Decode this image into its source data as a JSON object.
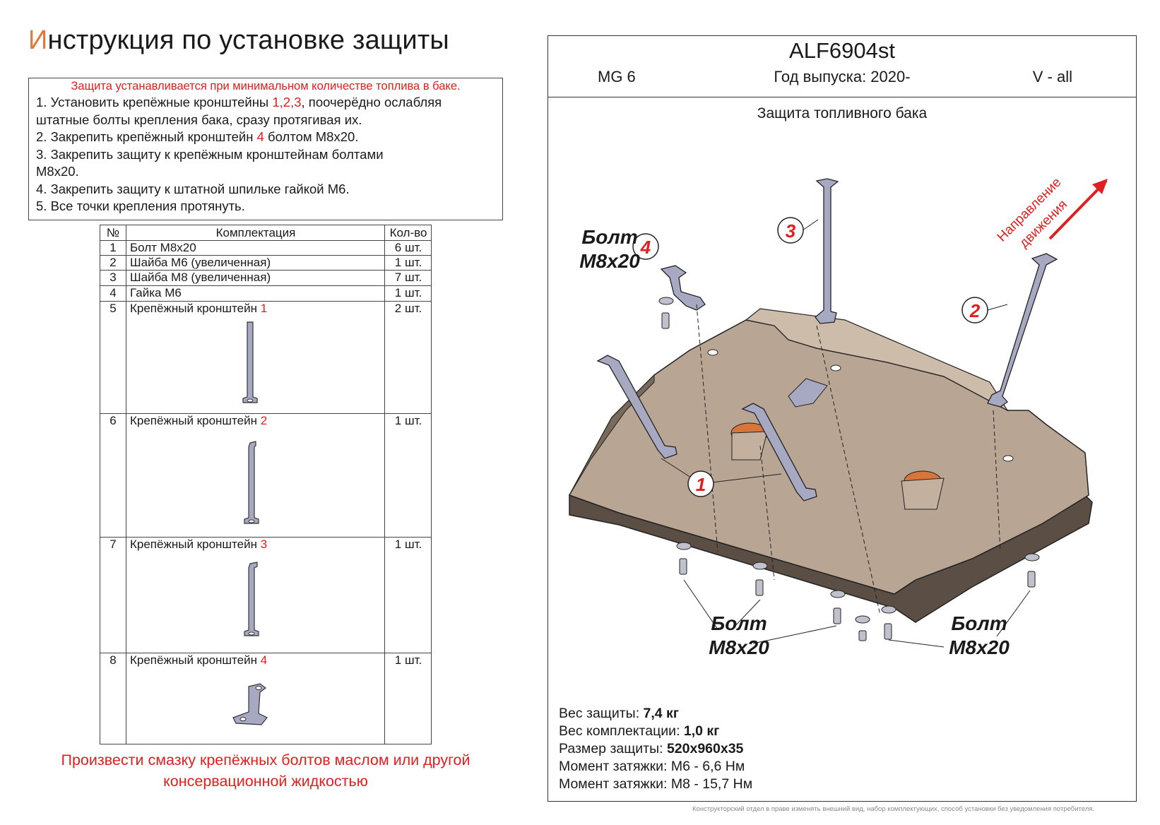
{
  "title": {
    "first_letter": "И",
    "rest": "нструкция по установке защиты"
  },
  "instructions": {
    "warning": "Защита устанавливается при минимальном количестве топлива в баке.",
    "steps": [
      {
        "pre": "1. Установить крепёжные кронштейны ",
        "red": "1,2,3",
        "post": ", поочерёдно ослабляя"
      },
      {
        "pre": "штатные болты крепления бака, сразу протягивая их.",
        "red": "",
        "post": ""
      },
      {
        "pre": "2. Закрепить крепёжный кронштейн ",
        "red": "4",
        "post": " болтом М8х20."
      },
      {
        "pre": "3. Закрепить защиту к крепёжным кронштейнам болтами",
        "red": "",
        "post": ""
      },
      {
        "pre": "М8х20.",
        "red": "",
        "post": ""
      },
      {
        "pre": "4. Закрепить защиту к штатной шпильке гайкой М6.",
        "red": "",
        "post": ""
      },
      {
        "pre": "5. Все точки крепления протянуть.",
        "red": "",
        "post": ""
      }
    ]
  },
  "kit": {
    "headers": {
      "no": "№",
      "item": "Комплектация",
      "qty": "Кол-во"
    },
    "rows": [
      {
        "no": "1",
        "item": "Болт М8х20",
        "mark": "",
        "qty": "6 шт."
      },
      {
        "no": "2",
        "item": "Шайба М6 (увеличенная)",
        "mark": "",
        "qty": "1 шт."
      },
      {
        "no": "3",
        "item": "Шайба М8 (увеличенная)",
        "mark": "",
        "qty": "7 шт."
      },
      {
        "no": "4",
        "item": "Гайка М6",
        "mark": "",
        "qty": "1 шт."
      },
      {
        "no": "5",
        "item": "Крепёжный кронштейн ",
        "mark": "1",
        "qty": "2 шт."
      },
      {
        "no": "6",
        "item": "Крепёжный кронштейн ",
        "mark": "2",
        "qty": "1 шт."
      },
      {
        "no": "7",
        "item": "Крепёжный кронштейн ",
        "mark": "3",
        "qty": "1 шт."
      },
      {
        "no": "8",
        "item": "Крепёжный кронштейн ",
        "mark": "4",
        "qty": "1 шт."
      }
    ]
  },
  "lube_note": {
    "line1": "Произвести смазку крепёжных болтов маслом или другой",
    "line2": "консервационной жидкостью"
  },
  "panel": {
    "code": "ALF6904st",
    "model": "MG 6",
    "year": "Год выпуска: 2020-",
    "variant": "V - all",
    "guard_name": "Защита топливного бака",
    "direction": {
      "line1": "Направление",
      "line2": "движения"
    },
    "callouts": [
      "1",
      "2",
      "3",
      "4"
    ],
    "bolt_label": {
      "line1": "Болт",
      "line2": "М8х20"
    },
    "specs": [
      {
        "label": "Вес защиты: ",
        "value": "7,4 кг"
      },
      {
        "label": "Вес комплектации: ",
        "value": "1,0 кг"
      },
      {
        "label": "Размер защиты: ",
        "value": "520х960х35"
      },
      {
        "label": "Момент затяжки:  М6 - 6,6 Нм",
        "value": ""
      },
      {
        "label": "Момент затяжки:  М8 - 15,7 Нм",
        "value": ""
      }
    ]
  },
  "disclaimer": "Конструкторский отдел в праве изменять внешний вид, набор комплектующих, способ установки без уведомления потребителя.",
  "colors": {
    "accent_red": "#e02020",
    "title_accent": "#e07a3a",
    "plate": "#b8a593",
    "plate_dark": "#5a4e45",
    "bracket": "#a7a9c2"
  }
}
